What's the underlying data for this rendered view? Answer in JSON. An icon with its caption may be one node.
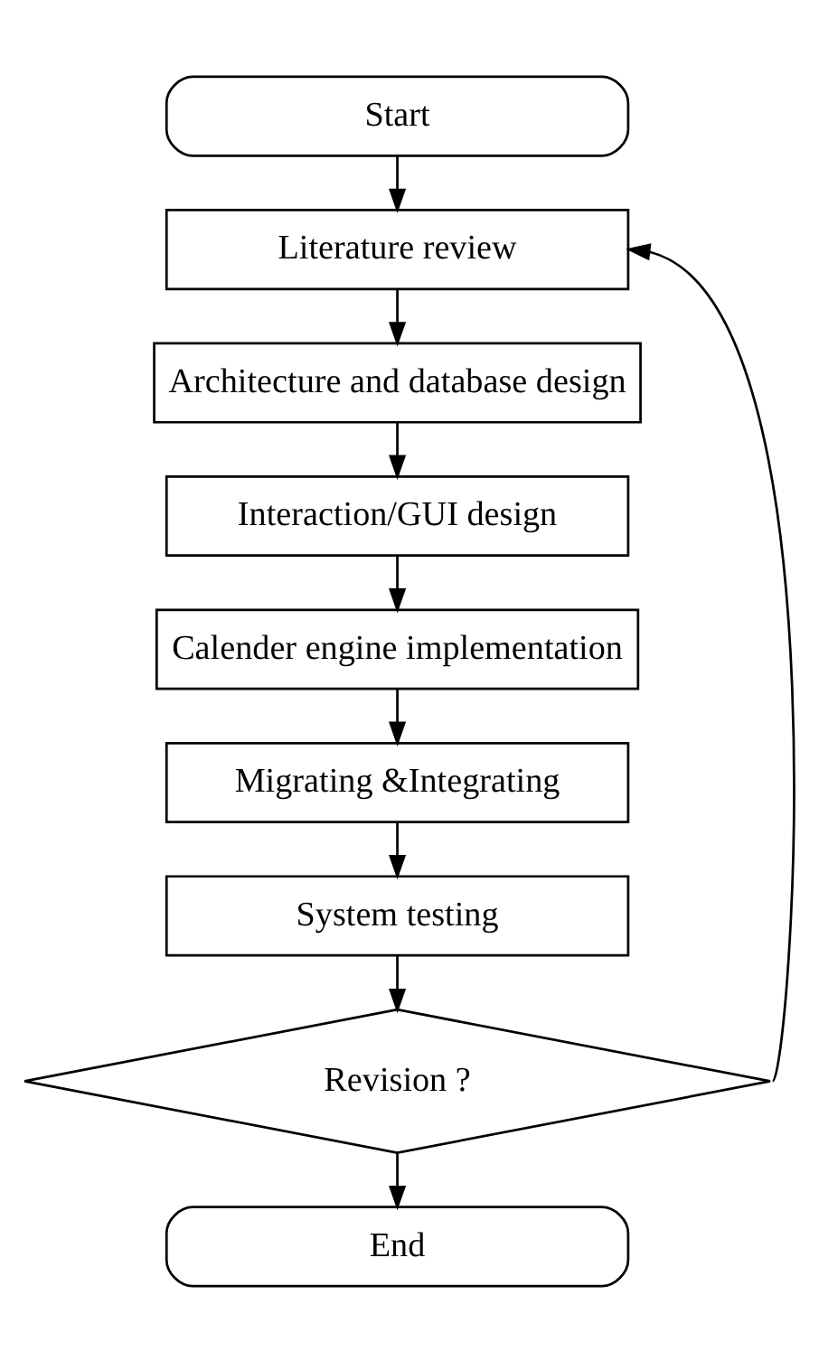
{
  "diagram": {
    "nodes": [
      {
        "text": [
          "Start"
        ]
      },
      {
        "text": [
          "Literature review"
        ]
      },
      {
        "text": [
          "Architecture and database design"
        ]
      },
      {
        "text": [
          "Interaction/GUI design"
        ]
      },
      {
        "text": [
          "Calender engine implementation"
        ]
      },
      {
        "text": [
          "Migrating &Integrating"
        ]
      },
      {
        "text": [
          "System testing"
        ]
      },
      {
        "text": [
          "Revision ?"
        ]
      },
      {
        "text": [
          "End"
        ]
      }
    ],
    "edges": [
      {
        "from": 0,
        "to": 1,
        "arrow": "to"
      },
      {
        "from": 1,
        "to": 2,
        "arrow": "to"
      },
      {
        "from": 2,
        "to": 3,
        "arrow": "to"
      },
      {
        "from": 3,
        "to": 4,
        "arrow": "to"
      },
      {
        "from": 4,
        "to": 5,
        "arrow": "to"
      },
      {
        "from": 5,
        "to": 6,
        "arrow": "to"
      },
      {
        "from": 6,
        "to": 7,
        "arrow": "to"
      },
      {
        "from": 7,
        "to": 8,
        "arrow": "to"
      },
      {
        "from": 7,
        "to": 1,
        "arrow": "to"
      }
    ]
  }
}
